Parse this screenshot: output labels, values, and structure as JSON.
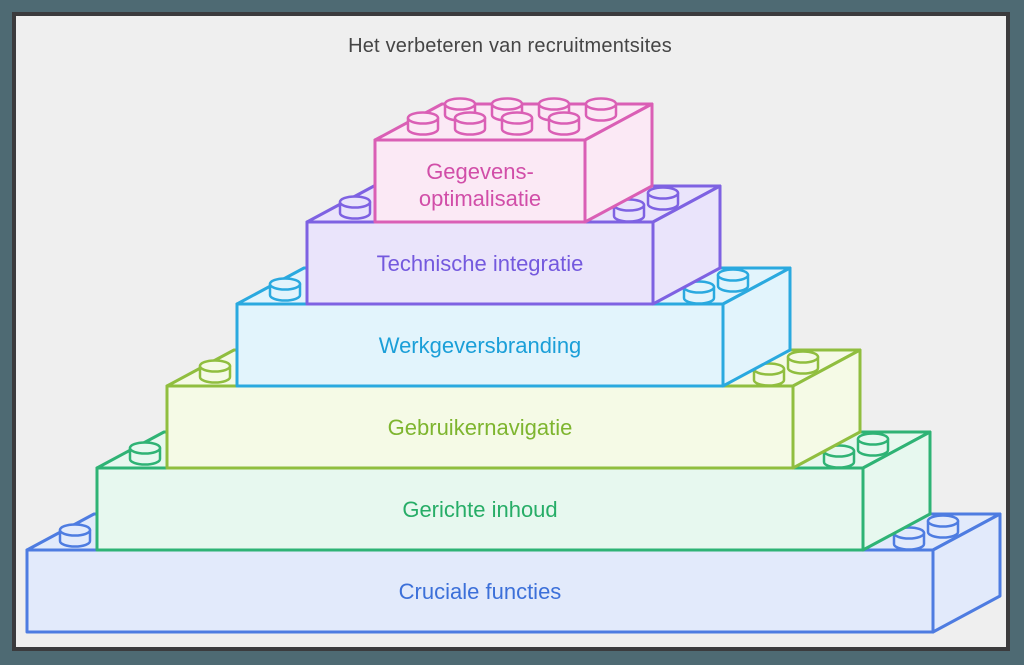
{
  "title": "Het verbeteren van recruitmentsites",
  "colors": {
    "frame": "#4e6a73",
    "frame_border": "#3b3b3d",
    "background": "#efefef",
    "title_text": "#454545"
  },
  "levels": [
    {
      "id": "gegevens-optimalisatie",
      "lines": [
        "Gegevens-",
        "optimalisatie"
      ],
      "stroke": "#da5fb5",
      "fill": "#fbe9f5",
      "text": "#d14ea8"
    },
    {
      "id": "technische-integratie",
      "lines": [
        "Technische integratie"
      ],
      "stroke": "#7e62e2",
      "fill": "#eae4fb",
      "text": "#7459de"
    },
    {
      "id": "werkgeversbranding",
      "lines": [
        "Werkgeversbranding"
      ],
      "stroke": "#2aa9df",
      "fill": "#e2f4fc",
      "text": "#1b9fd8"
    },
    {
      "id": "gebruikernavigatie",
      "lines": [
        "Gebruikernavigatie"
      ],
      "stroke": "#90be3f",
      "fill": "#f5fae6",
      "text": "#7eb52f"
    },
    {
      "id": "gerichte-inhoud",
      "lines": [
        "Gerichte inhoud"
      ],
      "stroke": "#2fb375",
      "fill": "#e7f8ef",
      "text": "#27ad67"
    },
    {
      "id": "cruciale-functies",
      "lines": [
        "Cruciale functies"
      ],
      "stroke": "#4e7ce1",
      "fill": "#e2eafb",
      "text": "#3c70d9"
    }
  ]
}
